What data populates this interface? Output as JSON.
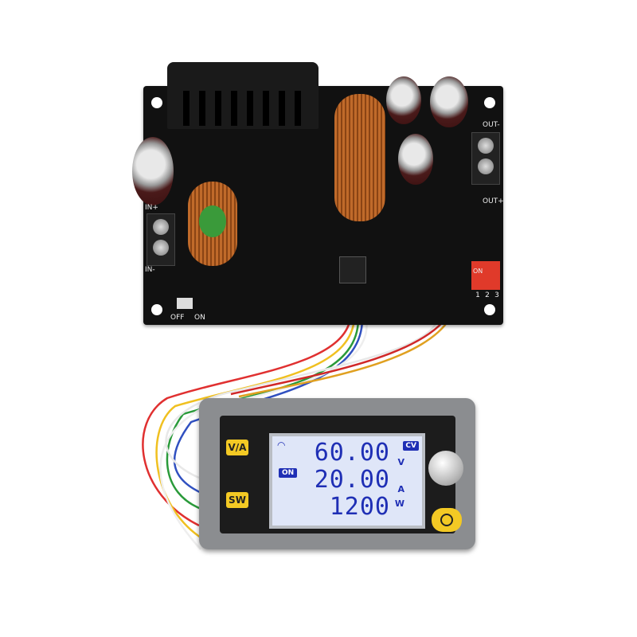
{
  "board": {
    "labels": {
      "in_plus": "IN+",
      "in_minus": "IN-",
      "out_plus": "OUT+",
      "out_minus": "OUT-",
      "off": "OFF",
      "on": "ON",
      "dip_on": "ON",
      "dip_numbers": [
        "1",
        "2",
        "3"
      ]
    }
  },
  "display": {
    "voltage": "60.00",
    "voltage_unit": "V",
    "current": "20.00",
    "current_unit": "A",
    "power": "1200",
    "power_unit": "W",
    "mode_badge": "CV",
    "output_badge": "ON",
    "va_button": "V/A",
    "sw_button": "SW",
    "lcd_color": "#dfe6f8",
    "digit_color": "#1f2fb5",
    "button_color": "#f3c924"
  },
  "icons": [
    "wifi-icon",
    "power-icon",
    "rotary-knob"
  ]
}
